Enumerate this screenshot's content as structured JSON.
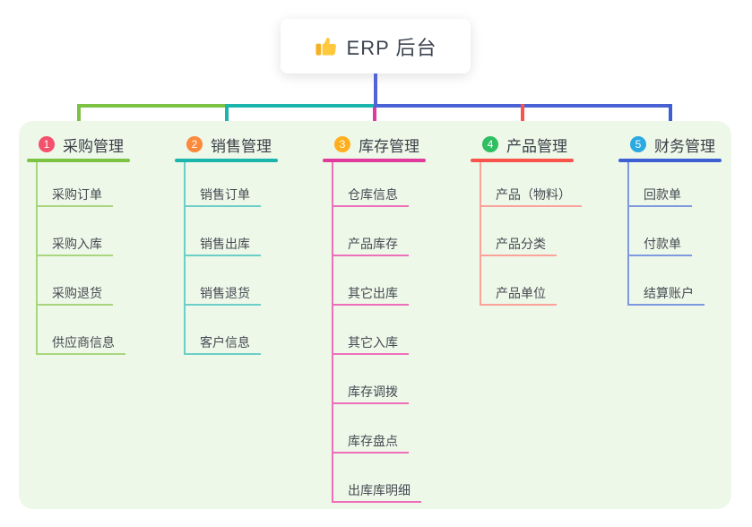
{
  "root": {
    "label": "ERP 后台",
    "icon": "thumbs-up-icon"
  },
  "colors": {
    "canvas_bg": "#ffffff",
    "panel_bg": "#EEF8E9",
    "root_stem": "#5265D6",
    "trunk_green": "#7CC243",
    "trunk_teal": "#1BB5AC",
    "trunk_blue": "#4B62D4",
    "header_text": "#3a4048",
    "child_text": "#454b53"
  },
  "branches": [
    {
      "badge": "1",
      "label": "采购管理",
      "badge_color": "#F4516C",
      "line_color": "#7CC243",
      "child_line_color": "#A9D57E",
      "children": [
        "采购订单",
        "采购入库",
        "采购退货",
        "供应商信息"
      ]
    },
    {
      "badge": "2",
      "label": "销售管理",
      "badge_color": "#FB8A3C",
      "line_color": "#1BB5AC",
      "child_line_color": "#6CCFC7",
      "children": [
        "销售订单",
        "销售出库",
        "销售退货",
        "客户信息"
      ]
    },
    {
      "badge": "3",
      "label": "库存管理",
      "badge_color": "#FFAF1E",
      "line_color": "#E03A9C",
      "child_line_color": "#EE6FB9",
      "children": [
        "仓库信息",
        "产品库存",
        "其它出库",
        "其它入库",
        "库存调拨",
        "库存盘点",
        "出库库明细"
      ]
    },
    {
      "badge": "4",
      "label": "产品管理",
      "badge_color": "#2FBE61",
      "line_color": "#F9544C",
      "child_line_color": "#FBA29B",
      "children": [
        "产品（物料）",
        "产品分类",
        "产品单位"
      ]
    },
    {
      "badge": "5",
      "label": "财务管理",
      "badge_color": "#2BA9E1",
      "line_color": "#3D5FD3",
      "child_line_color": "#7E99E0",
      "children": [
        "回款单",
        "付款单",
        "结算账户"
      ]
    }
  ]
}
